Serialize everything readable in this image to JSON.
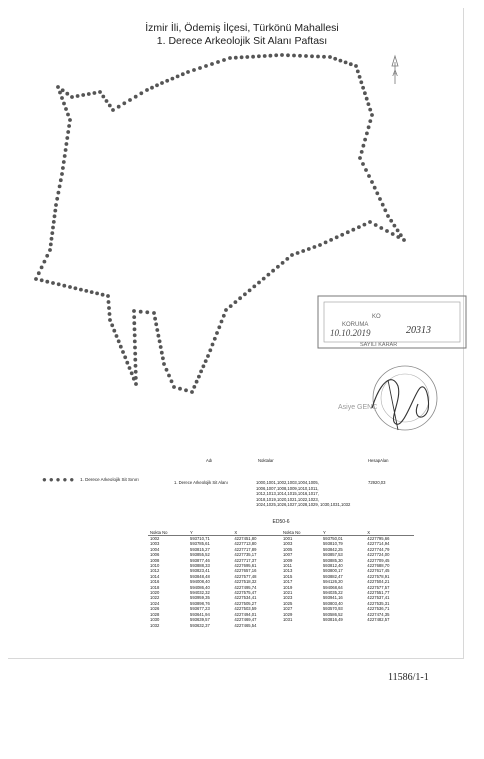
{
  "title": {
    "line1": "İzmir İli, Ödemiş İlçesi, Türkönü Mahallesi",
    "line2": "1. Derece Arkeolojik Sit Alanı Paftası"
  },
  "north_arrow_label": "A",
  "legend": {
    "label": "1. Derece Arkeolojik Sit Sınırı"
  },
  "info": {
    "headers": {
      "name": "Adı",
      "points": "Noktalar",
      "area": "HesapAlan"
    },
    "name": "1. Derece Arkeolojik Sit Alanı",
    "points": "1000,1001,1002,1003,1004,1005, 1006,1007,1008,1009,1010,1011, 1012,1013,1014,1015,1016,1017, 1018,1019,1020,1021,1022,1023, 1024,1025,1026,1027,1028,1029, 1030,1031,1032",
    "area": "72920,03"
  },
  "table": {
    "caption": "ED50-6",
    "headers": [
      "Nokta No",
      "Y",
      "X",
      "Nokta No",
      "Y",
      "X"
    ],
    "rows": [
      [
        "1002",
        "593710,71",
        "4227451,80",
        "1001",
        "593750,01",
        "4227795,66"
      ],
      [
        "1003",
        "593785,61",
        "4227713,80",
        "1003",
        "593810,79",
        "4227714,94"
      ],
      [
        "1004",
        "593815,27",
        "4227717,89",
        "1005",
        "593842,25",
        "4227744,79"
      ],
      [
        "1006",
        "593855,52",
        "4227735,17",
        "1007",
        "593857,53",
        "4227724,00"
      ],
      [
        "1008",
        "593877,46",
        "4227717,37",
        "1009",
        "593885,30",
        "4227709,45"
      ],
      [
        "1010",
        "593888,33",
        "4227695,61",
        "1011",
        "593812,40",
        "4227688,70"
      ],
      [
        "1012",
        "593823,41",
        "4227657,16",
        "1013",
        "593800,17",
        "4227617,45"
      ],
      [
        "1014",
        "593848,48",
        "4227577,48",
        "1015",
        "593882,47",
        "4227578,91"
      ],
      [
        "1016",
        "594008,40",
        "4227518,32",
        "1017",
        "594126,20",
        "4227504,21"
      ],
      [
        "1018",
        "594086,40",
        "4227495,74",
        "1019",
        "594068,64",
        "4227577,57"
      ],
      [
        "1020",
        "594032,32",
        "4227575,47",
        "1021",
        "594035,22",
        "4227551,77"
      ],
      [
        "1022",
        "593959,35",
        "4227534,41",
        "1023",
        "593941,16",
        "4227537,41"
      ],
      [
        "1024",
        "593898,76",
        "4227505,27",
        "1025",
        "593803,40",
        "4227535,31"
      ],
      [
        "1026",
        "593677,23",
        "4227503,59",
        "1027",
        "593570,93",
        "4227536,71"
      ],
      [
        "1028",
        "593641,94",
        "4227494,01",
        "1029",
        "593586,52",
        "4227474,35"
      ],
      [
        "1030",
        "593639,57",
        "4227469,47",
        "1031",
        "593816,49",
        "4227482,57"
      ],
      [
        "1032",
        "593632,37",
        "4227465,54",
        "",
        "",
        ""
      ]
    ]
  },
  "stamp": {
    "line1": "KO",
    "line2": "KORUMA",
    "date": "10.10.2019",
    "number": "20313",
    "line3": "SAYILI KARAR"
  },
  "seal_text": "Asiye GENÇ",
  "page_number": "11586/1-1",
  "colors": {
    "boundary": "#555555",
    "ink": "#222222",
    "stamp": "#666666"
  }
}
